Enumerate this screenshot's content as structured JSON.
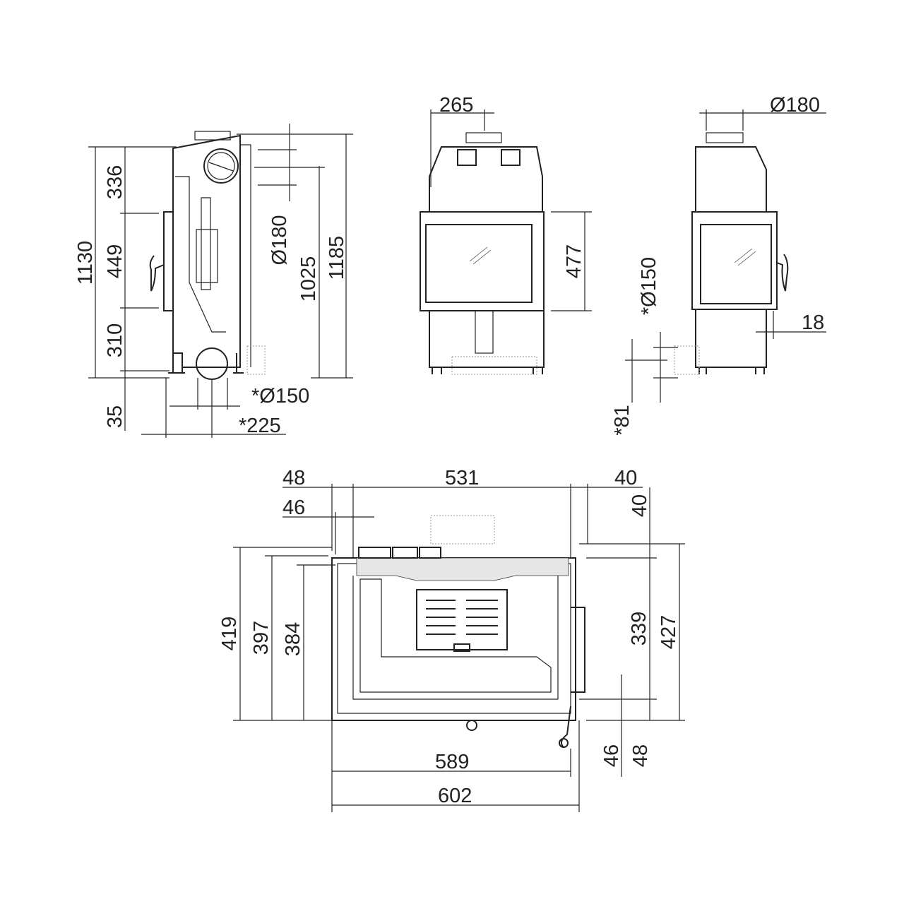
{
  "side_view": {
    "height_total_left": "1130",
    "height_top": "336",
    "height_door": "449",
    "height_bottom": "310",
    "height_leg": "35",
    "flue_diameter": "Ø180",
    "flue_height": "1025",
    "height_total": "1185",
    "air_inlet_diameter": "*Ø150",
    "air_inlet_offset": "*225"
  },
  "front_view": {
    "flue_offset": "265",
    "glass_height": "477"
  },
  "right_view": {
    "flue_diameter": "Ø180",
    "air_inlet_diameter": "*Ø150",
    "handle_offset": "18",
    "air_inlet_height": "*81"
  },
  "plan_view": {
    "left_margin_top": "48",
    "inner_width": "531",
    "right_margin_top": "40",
    "left_margin_inner": "46",
    "right_margin_depth": "40",
    "depth_419": "419",
    "depth_397": "397",
    "depth_384": "384",
    "depth_339": "339",
    "depth_427": "427",
    "width_589": "589",
    "width_602": "602",
    "front_46": "46",
    "front_48": "48"
  }
}
